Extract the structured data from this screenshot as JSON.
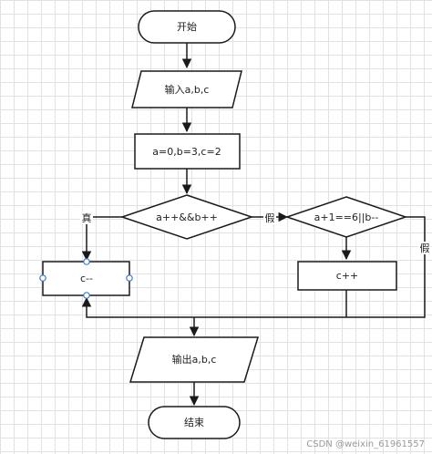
{
  "flowchart": {
    "start": "开始",
    "input": "输入a,b,c",
    "init": "a=0,b=3,c=2",
    "condition1": "a++&&b++",
    "condition2": "a+1==6||b--",
    "branch_true": "真",
    "branch_false_1": "假",
    "branch_false_2": "假",
    "action_decrement": "c--",
    "action_increment": "c++",
    "output": "输出a,b,c",
    "end": "结束"
  },
  "watermark": "CSDN @weixin_61961557"
}
